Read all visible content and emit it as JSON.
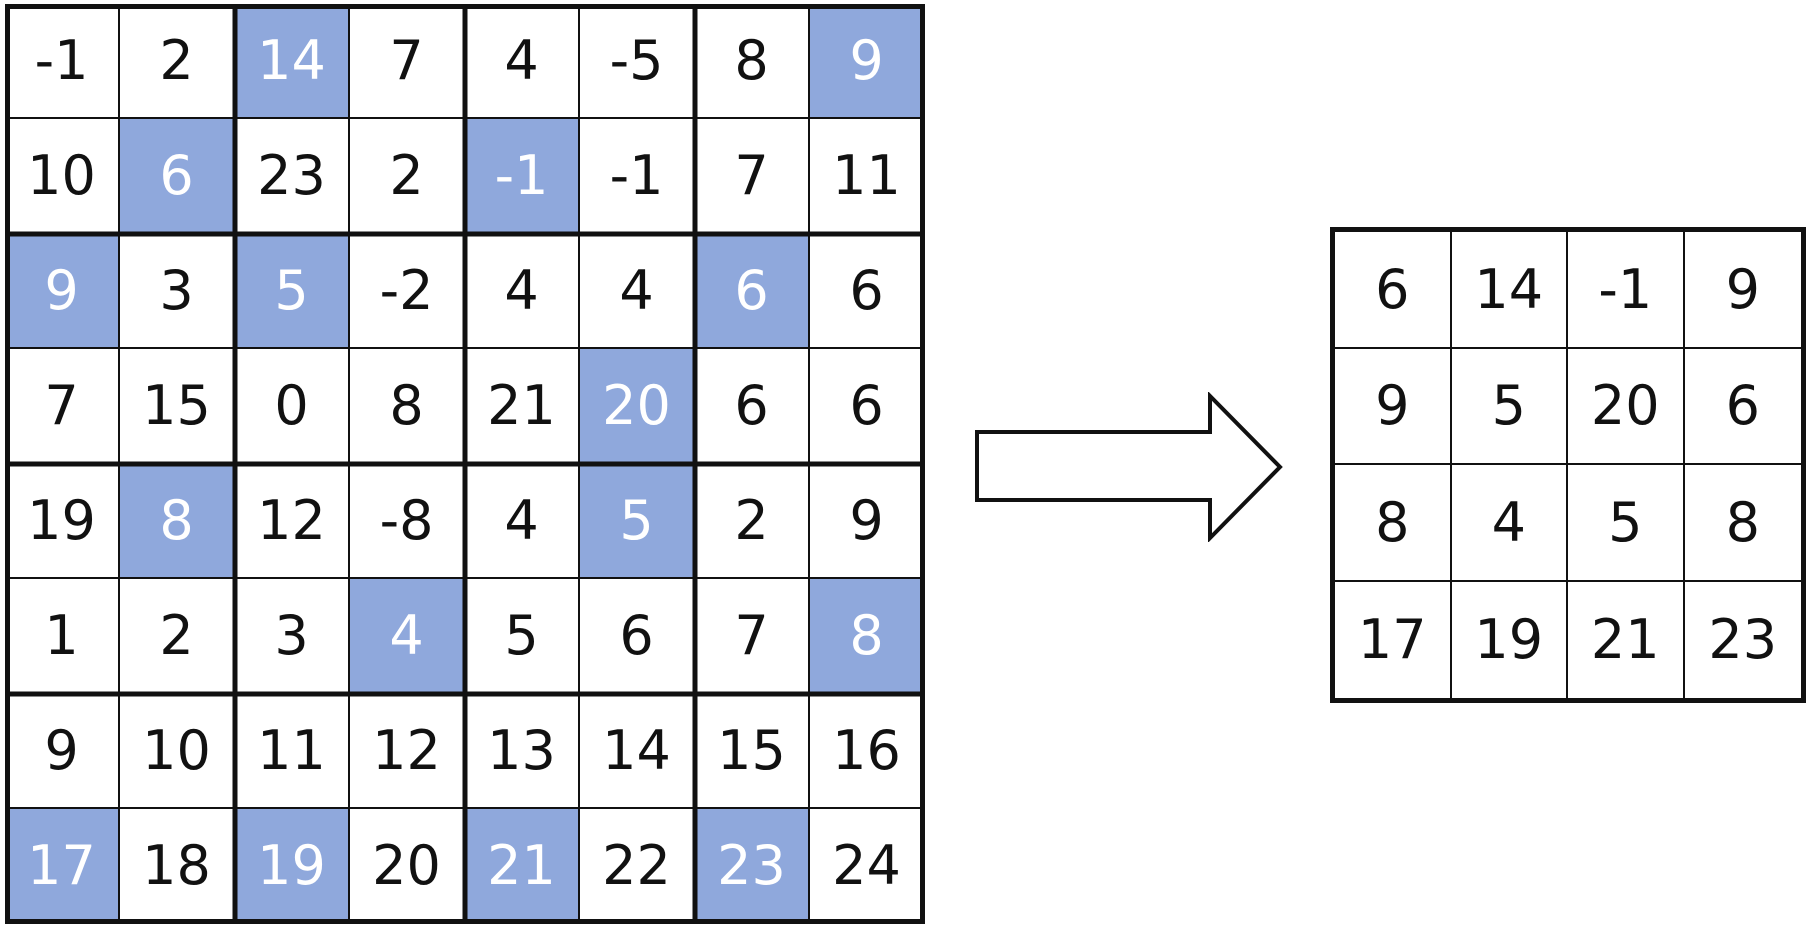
{
  "colors": {
    "highlight": "#8FA8DC",
    "cell_bg": "#FFFFFF",
    "text": "#111111",
    "highlight_text": "#FFFFFF",
    "border": "#111111"
  },
  "input_grid": {
    "rows": [
      [
        {
          "v": "-1",
          "h": false
        },
        {
          "v": "2",
          "h": false
        },
        {
          "v": "14",
          "h": true
        },
        {
          "v": "7",
          "h": false
        },
        {
          "v": "4",
          "h": false
        },
        {
          "v": "-5",
          "h": false
        },
        {
          "v": "8",
          "h": false
        },
        {
          "v": "9",
          "h": true
        }
      ],
      [
        {
          "v": "10",
          "h": false
        },
        {
          "v": "6",
          "h": true
        },
        {
          "v": "23",
          "h": false
        },
        {
          "v": "2",
          "h": false
        },
        {
          "v": "-1",
          "h": true
        },
        {
          "v": "-1",
          "h": false
        },
        {
          "v": "7",
          "h": false
        },
        {
          "v": "11",
          "h": false
        }
      ],
      [
        {
          "v": "9",
          "h": true
        },
        {
          "v": "3",
          "h": false
        },
        {
          "v": "5",
          "h": true
        },
        {
          "v": "-2",
          "h": false
        },
        {
          "v": "4",
          "h": false
        },
        {
          "v": "4",
          "h": false
        },
        {
          "v": "6",
          "h": true
        },
        {
          "v": "6",
          "h": false
        }
      ],
      [
        {
          "v": "7",
          "h": false
        },
        {
          "v": "15",
          "h": false
        },
        {
          "v": "0",
          "h": false
        },
        {
          "v": "8",
          "h": false
        },
        {
          "v": "21",
          "h": false
        },
        {
          "v": "20",
          "h": true
        },
        {
          "v": "6",
          "h": false
        },
        {
          "v": "6",
          "h": false
        }
      ],
      [
        {
          "v": "19",
          "h": false
        },
        {
          "v": "8",
          "h": true
        },
        {
          "v": "12",
          "h": false
        },
        {
          "v": "-8",
          "h": false
        },
        {
          "v": "4",
          "h": false
        },
        {
          "v": "5",
          "h": true
        },
        {
          "v": "2",
          "h": false
        },
        {
          "v": "9",
          "h": false
        }
      ],
      [
        {
          "v": "1",
          "h": false
        },
        {
          "v": "2",
          "h": false
        },
        {
          "v": "3",
          "h": false
        },
        {
          "v": "4",
          "h": true
        },
        {
          "v": "5",
          "h": false
        },
        {
          "v": "6",
          "h": false
        },
        {
          "v": "7",
          "h": false
        },
        {
          "v": "8",
          "h": true
        }
      ],
      [
        {
          "v": "9",
          "h": false
        },
        {
          "v": "10",
          "h": false
        },
        {
          "v": "11",
          "h": false
        },
        {
          "v": "12",
          "h": false
        },
        {
          "v": "13",
          "h": false
        },
        {
          "v": "14",
          "h": false
        },
        {
          "v": "15",
          "h": false
        },
        {
          "v": "16",
          "h": false
        }
      ],
      [
        {
          "v": "17",
          "h": true
        },
        {
          "v": "18",
          "h": false
        },
        {
          "v": "19",
          "h": true
        },
        {
          "v": "20",
          "h": false
        },
        {
          "v": "21",
          "h": true
        },
        {
          "v": "22",
          "h": false
        },
        {
          "v": "23",
          "h": true
        },
        {
          "v": "24",
          "h": false
        }
      ]
    ]
  },
  "arrow": {
    "icon": "right-arrow-icon"
  },
  "output_grid": {
    "rows": [
      [
        "6",
        "14",
        "-1",
        "9"
      ],
      [
        "9",
        "5",
        "20",
        "6"
      ],
      [
        "8",
        "4",
        "5",
        "8"
      ],
      [
        "17",
        "19",
        "21",
        "23"
      ]
    ]
  }
}
